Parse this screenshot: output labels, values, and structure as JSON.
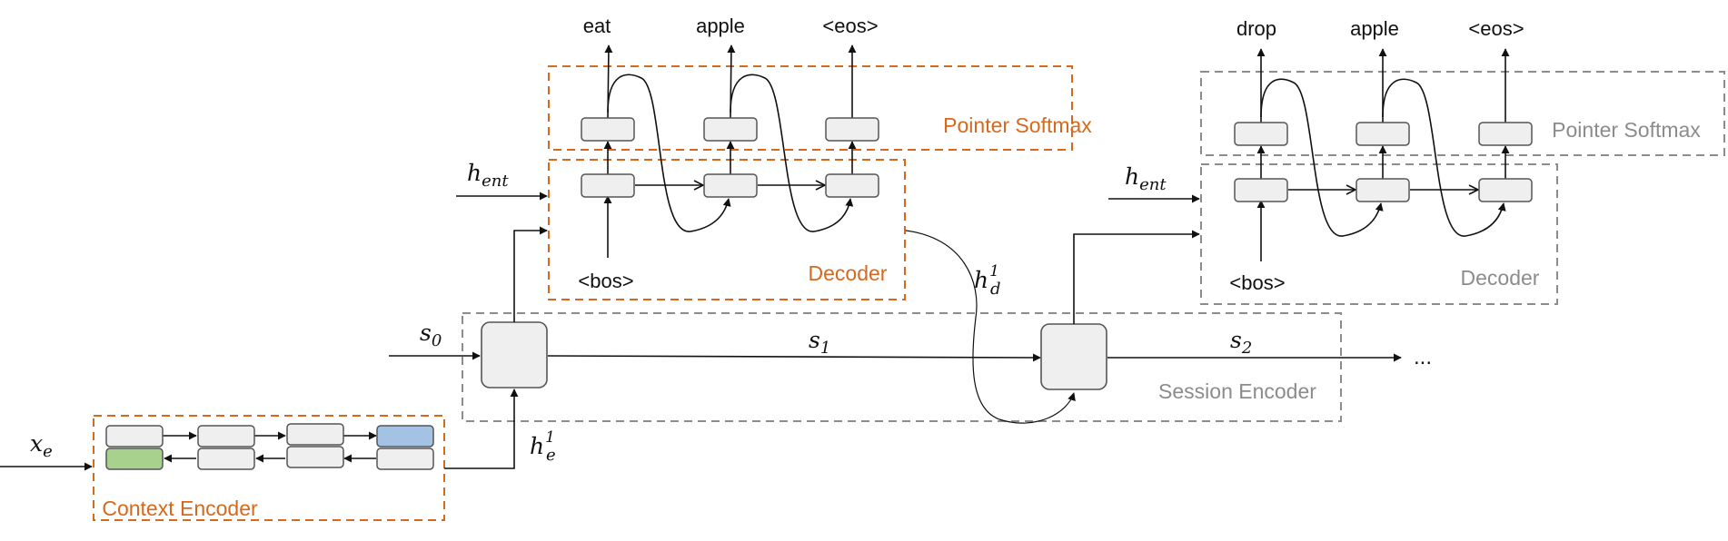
{
  "decoder1": {
    "outputs": [
      "eat",
      "apple",
      "<eos>"
    ],
    "input": "<bos>",
    "pointer_label": "Pointer Softmax",
    "decoder_label": "Decoder",
    "h_ent": "h",
    "h_ent_sub": "ent"
  },
  "decoder2": {
    "outputs": [
      "drop",
      "apple",
      "<eos>"
    ],
    "input": "<bos>",
    "pointer_label": "Pointer Softmax",
    "decoder_label": "Decoder",
    "h_ent": "h",
    "h_ent_sub": "ent"
  },
  "session": {
    "label": "Session Encoder",
    "s0": "s",
    "s0_sub": "0",
    "s1": "s",
    "s1_sub": "1",
    "s2": "s",
    "s2_sub": "2",
    "ellipsis": "..."
  },
  "context": {
    "label": "Context Encoder",
    "x": "x",
    "x_sub": "e",
    "he": "h",
    "he_sub": "e",
    "he_sup": "1"
  },
  "hd": {
    "main": "h",
    "sub": "d",
    "sup": "1"
  },
  "colors": {
    "orange": "#d5691e",
    "gray": "#8c8c8c",
    "cell_fill": "#efefef",
    "blue_cell": "#a4c2e4",
    "green_cell": "#a9d18e"
  }
}
